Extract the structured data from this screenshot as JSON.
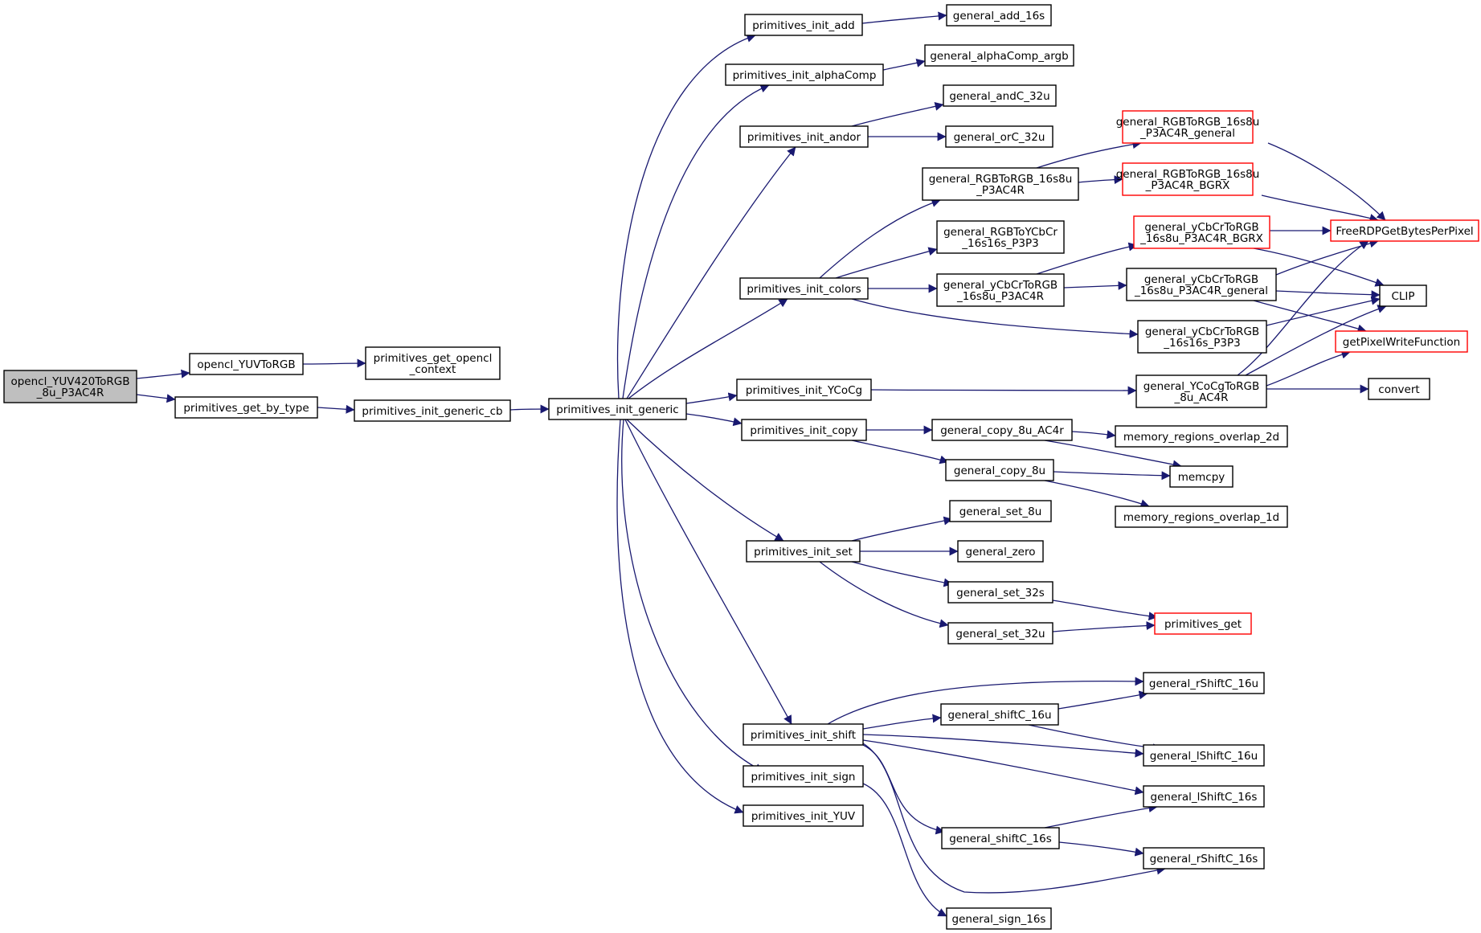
{
  "colors": {
    "edge": "#191970",
    "node_border": "#000000",
    "external_border": "#ff0000",
    "root_fill": "#bfbfbf"
  },
  "nodes": {
    "n_root": {
      "lines": [
        "opencl_YUV420ToRGB",
        "_8u_P3AC4R"
      ],
      "style": "root"
    },
    "n_yuvtorgb": {
      "lines": [
        "opencl_YUVToRGB"
      ]
    },
    "n_getctx": {
      "lines": [
        "primitives_get_opencl",
        "_context"
      ]
    },
    "n_getbytype": {
      "lines": [
        "primitives_get_by_type"
      ]
    },
    "n_initgencb": {
      "lines": [
        "primitives_init_generic_cb"
      ]
    },
    "n_initgen": {
      "lines": [
        "primitives_init_generic"
      ]
    },
    "n_init_add": {
      "lines": [
        "primitives_init_add"
      ]
    },
    "n_init_alpha": {
      "lines": [
        "primitives_init_alphaComp"
      ]
    },
    "n_init_andor": {
      "lines": [
        "primitives_init_andor"
      ]
    },
    "n_init_colors": {
      "lines": [
        "primitives_init_colors"
      ]
    },
    "n_init_ycocg": {
      "lines": [
        "primitives_init_YCoCg"
      ]
    },
    "n_init_copy": {
      "lines": [
        "primitives_init_copy"
      ]
    },
    "n_init_set": {
      "lines": [
        "primitives_init_set"
      ]
    },
    "n_init_shift": {
      "lines": [
        "primitives_init_shift"
      ]
    },
    "n_init_sign": {
      "lines": [
        "primitives_init_sign"
      ]
    },
    "n_init_yuv": {
      "lines": [
        "primitives_init_YUV"
      ]
    },
    "n_add16s": {
      "lines": [
        "general_add_16s"
      ]
    },
    "n_alphacomp": {
      "lines": [
        "general_alphaComp_argb"
      ]
    },
    "n_andc": {
      "lines": [
        "general_andC_32u"
      ]
    },
    "n_orc": {
      "lines": [
        "general_orC_32u"
      ]
    },
    "n_rgb2rgb": {
      "lines": [
        "general_RGBToRGB_16s8u",
        "_P3AC4R"
      ]
    },
    "n_rgb2rgb_gen": {
      "lines": [
        "general_RGBToRGB_16s8u",
        "_P3AC4R_general"
      ],
      "style": "red"
    },
    "n_rgb2rgb_bgrx": {
      "lines": [
        "general_RGBToRGB_16s8u",
        "_P3AC4R_BGRX"
      ],
      "style": "red"
    },
    "n_rgb2ycbcr": {
      "lines": [
        "general_RGBToYCbCr",
        "_16s16s_P3P3"
      ]
    },
    "n_ycbcr2rgb": {
      "lines": [
        "general_yCbCrToRGB",
        "_16s8u_P3AC4R"
      ]
    },
    "n_ycbcr_bgrx": {
      "lines": [
        "general_yCbCrToRGB",
        "_16s8u_P3AC4R_BGRX"
      ],
      "style": "red"
    },
    "n_ycbcr_gen": {
      "lines": [
        "general_yCbCrToRGB",
        "_16s8u_P3AC4R_general"
      ]
    },
    "n_ycbcr_p3p3": {
      "lines": [
        "general_yCbCrToRGB",
        "_16s16s_P3P3"
      ]
    },
    "n_ycocg": {
      "lines": [
        "general_YCoCgToRGB",
        "_8u_AC4R"
      ]
    },
    "n_freerdp": {
      "lines": [
        "FreeRDPGetBytesPerPixel"
      ],
      "style": "red"
    },
    "n_clip": {
      "lines": [
        "CLIP"
      ]
    },
    "n_getpix": {
      "lines": [
        "getPixelWriteFunction"
      ],
      "style": "red"
    },
    "n_convert": {
      "lines": [
        "convert"
      ]
    },
    "n_copy_ac4r": {
      "lines": [
        "general_copy_8u_AC4r"
      ]
    },
    "n_copy_8u": {
      "lines": [
        "general_copy_8u"
      ]
    },
    "n_overlap2d": {
      "lines": [
        "memory_regions_overlap_2d"
      ]
    },
    "n_memcpy": {
      "lines": [
        "memcpy"
      ]
    },
    "n_overlap1d": {
      "lines": [
        "memory_regions_overlap_1d"
      ]
    },
    "n_set8u": {
      "lines": [
        "general_set_8u"
      ]
    },
    "n_zero": {
      "lines": [
        "general_zero"
      ]
    },
    "n_set32s": {
      "lines": [
        "general_set_32s"
      ]
    },
    "n_set32u": {
      "lines": [
        "general_set_32u"
      ]
    },
    "n_primget": {
      "lines": [
        "primitives_get"
      ],
      "style": "red"
    },
    "n_rshift16u": {
      "lines": [
        "general_rShiftC_16u"
      ]
    },
    "n_shift16u": {
      "lines": [
        "general_shiftC_16u"
      ]
    },
    "n_lshift16u": {
      "lines": [
        "general_lShiftC_16u"
      ]
    },
    "n_lshift16s": {
      "lines": [
        "general_lShiftC_16s"
      ]
    },
    "n_shift16s": {
      "lines": [
        "general_shiftC_16s"
      ]
    },
    "n_rshift16s": {
      "lines": [
        "general_rShiftC_16s"
      ]
    },
    "n_sign16s": {
      "lines": [
        "general_sign_16s"
      ]
    }
  }
}
